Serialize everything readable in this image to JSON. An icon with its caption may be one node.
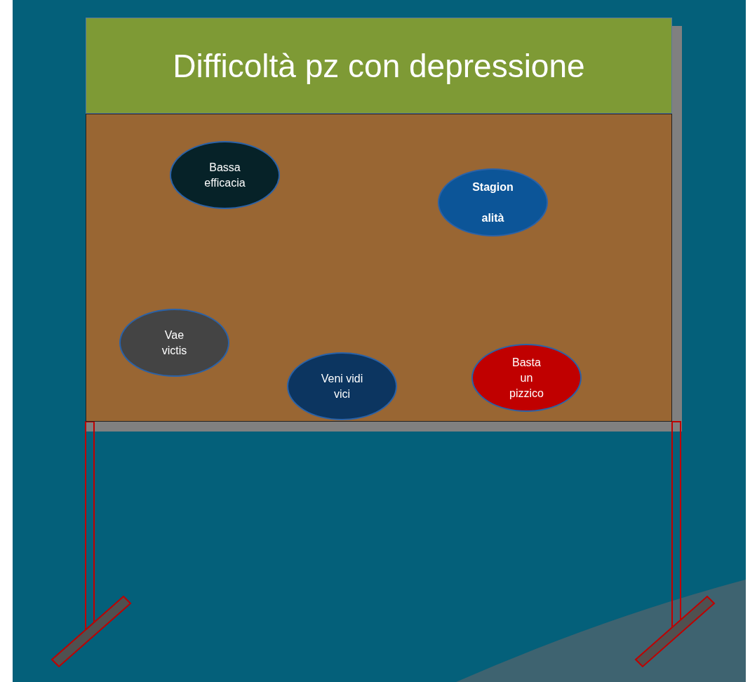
{
  "diagram": {
    "nodes": [
      {
        "text": [
          "Difficoltà pz con depressione"
        ]
      },
      {
        "text": [],
        "shape": "box"
      },
      {
        "text": [
          "Bassa efficacia"
        ],
        "in": 1
      },
      {
        "text": [
          "Stagion alità"
        ],
        "in": 1
      },
      {
        "text": [
          "Vae victis"
        ],
        "in": 1
      },
      {
        "text": [
          "Veni vidi vici"
        ],
        "in": 1
      },
      {
        "text": [
          "Basta un pizzico"
        ],
        "in": 1
      }
    ],
    "edges": []
  }
}
